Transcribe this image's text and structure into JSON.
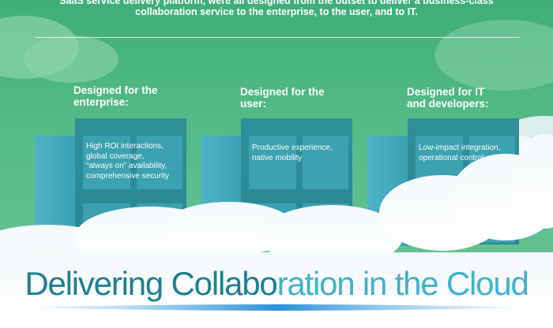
{
  "intro": {
    "line1": "SaaS service delivery platform, were all designed from the outset to deliver a business-class",
    "line2": "collaboration service to the enterprise, to the user, and to IT."
  },
  "columns": [
    {
      "title_line1": "Designed for the",
      "title_line2": "enterprise:",
      "desc_lines": [
        "High ROI interactions,",
        "global coverage,",
        "“always on” availability,",
        "comprehensive security"
      ]
    },
    {
      "title_line1": "Designed for the",
      "title_line2": "user:",
      "desc_lines": [
        "Productive experience,",
        "native mobility"
      ]
    },
    {
      "title_line1": "Designed for IT",
      "title_line2": "and developers:",
      "desc_lines": [
        "Low-impact integration,",
        "operational control"
      ]
    }
  ],
  "headline": {
    "part_dark": "Delivering Collabo",
    "part_light": "ration in the Cloud"
  },
  "colors": {
    "sky": "#4fb584",
    "building_front": "#2f8f9a",
    "building_side": "#45aabf",
    "headline_dark": "#1f7f93",
    "headline_light": "#40b2cc",
    "swoosh": "#2a8fd6"
  }
}
